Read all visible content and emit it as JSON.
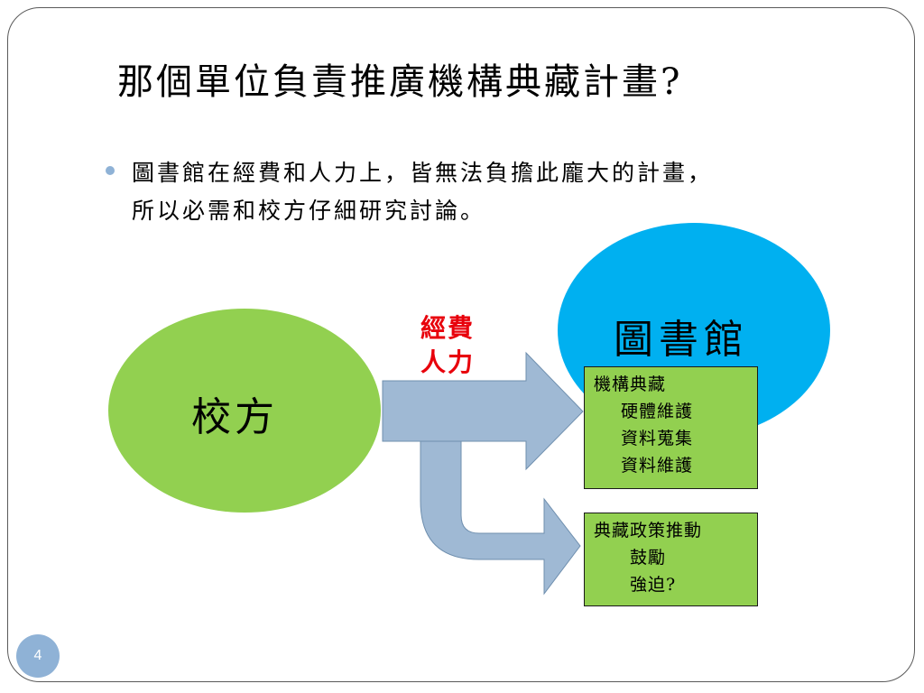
{
  "slide": {
    "title": "那個單位負責推廣機構典藏計畫?",
    "bullet": {
      "line1": "圖書館在經費和人力上，皆無法負擔此龐大的計畫，",
      "line2": "所以必需和校方仔細研究討論。"
    },
    "page_number": "4"
  },
  "diagram": {
    "school_label": "校方",
    "library_label": "圖書館",
    "resource_line1": "經費",
    "resource_line2": "人力",
    "box1": {
      "heading": "機構典藏",
      "items": [
        "硬體維護",
        "資料蒐集",
        "資料維護"
      ]
    },
    "box2": {
      "heading": "典藏政策推動",
      "items": [
        "鼓勵",
        "強迫?"
      ]
    },
    "colors": {
      "school_fill": "#92d050",
      "library_fill": "#00b0f0",
      "arrow_fill": "#9fb9d4",
      "arrow_stroke": "#6f8fae",
      "box_fill": "#92d050",
      "label_red": "#e8000b"
    }
  }
}
